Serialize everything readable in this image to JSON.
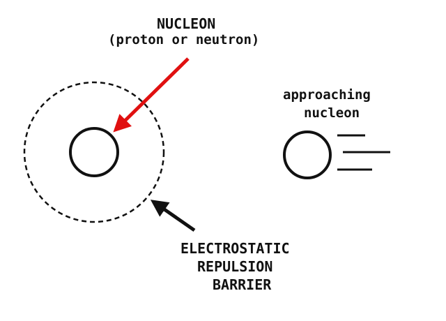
{
  "labels": {
    "nucleon_title": "NUCLEON",
    "nucleon_subtitle": "(proton or neutron)",
    "approaching_line1": "approaching",
    "approaching_line2": "nucleon",
    "barrier_line1": "ELECTROSTATIC",
    "barrier_line2": "REPULSION",
    "barrier_line3": "BARRIER"
  },
  "colors": {
    "background": "#ffffff",
    "ink": "#111111",
    "accent_arrow": "#e01010"
  }
}
